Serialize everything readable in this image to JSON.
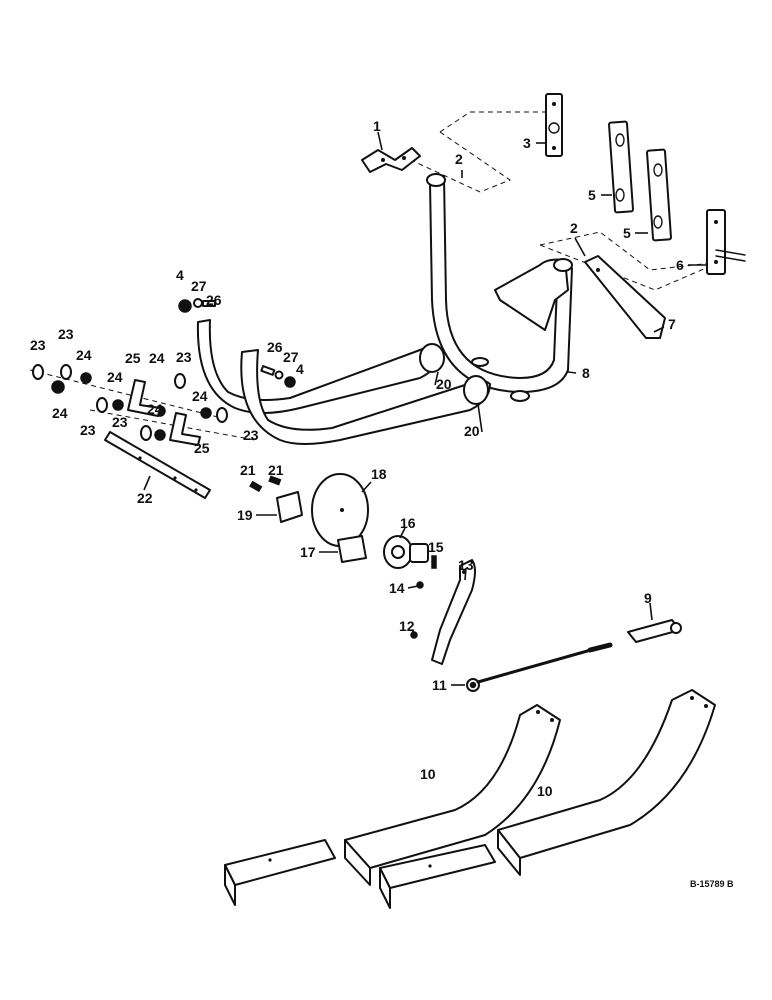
{
  "diagram": {
    "callouts": [
      "1",
      "2",
      "2",
      "3",
      "4",
      "4",
      "5",
      "5",
      "6",
      "7",
      "8",
      "9",
      "10",
      "10",
      "11",
      "12",
      "13",
      "14",
      "15",
      "16",
      "17",
      "18",
      "19",
      "20",
      "20",
      "21",
      "21",
      "22",
      "23",
      "23",
      "23",
      "23",
      "23",
      "23",
      "24",
      "24",
      "24",
      "24",
      "24",
      "24",
      "25",
      "25",
      "26",
      "26",
      "27",
      "27"
    ],
    "reference": "B-15789 B"
  }
}
